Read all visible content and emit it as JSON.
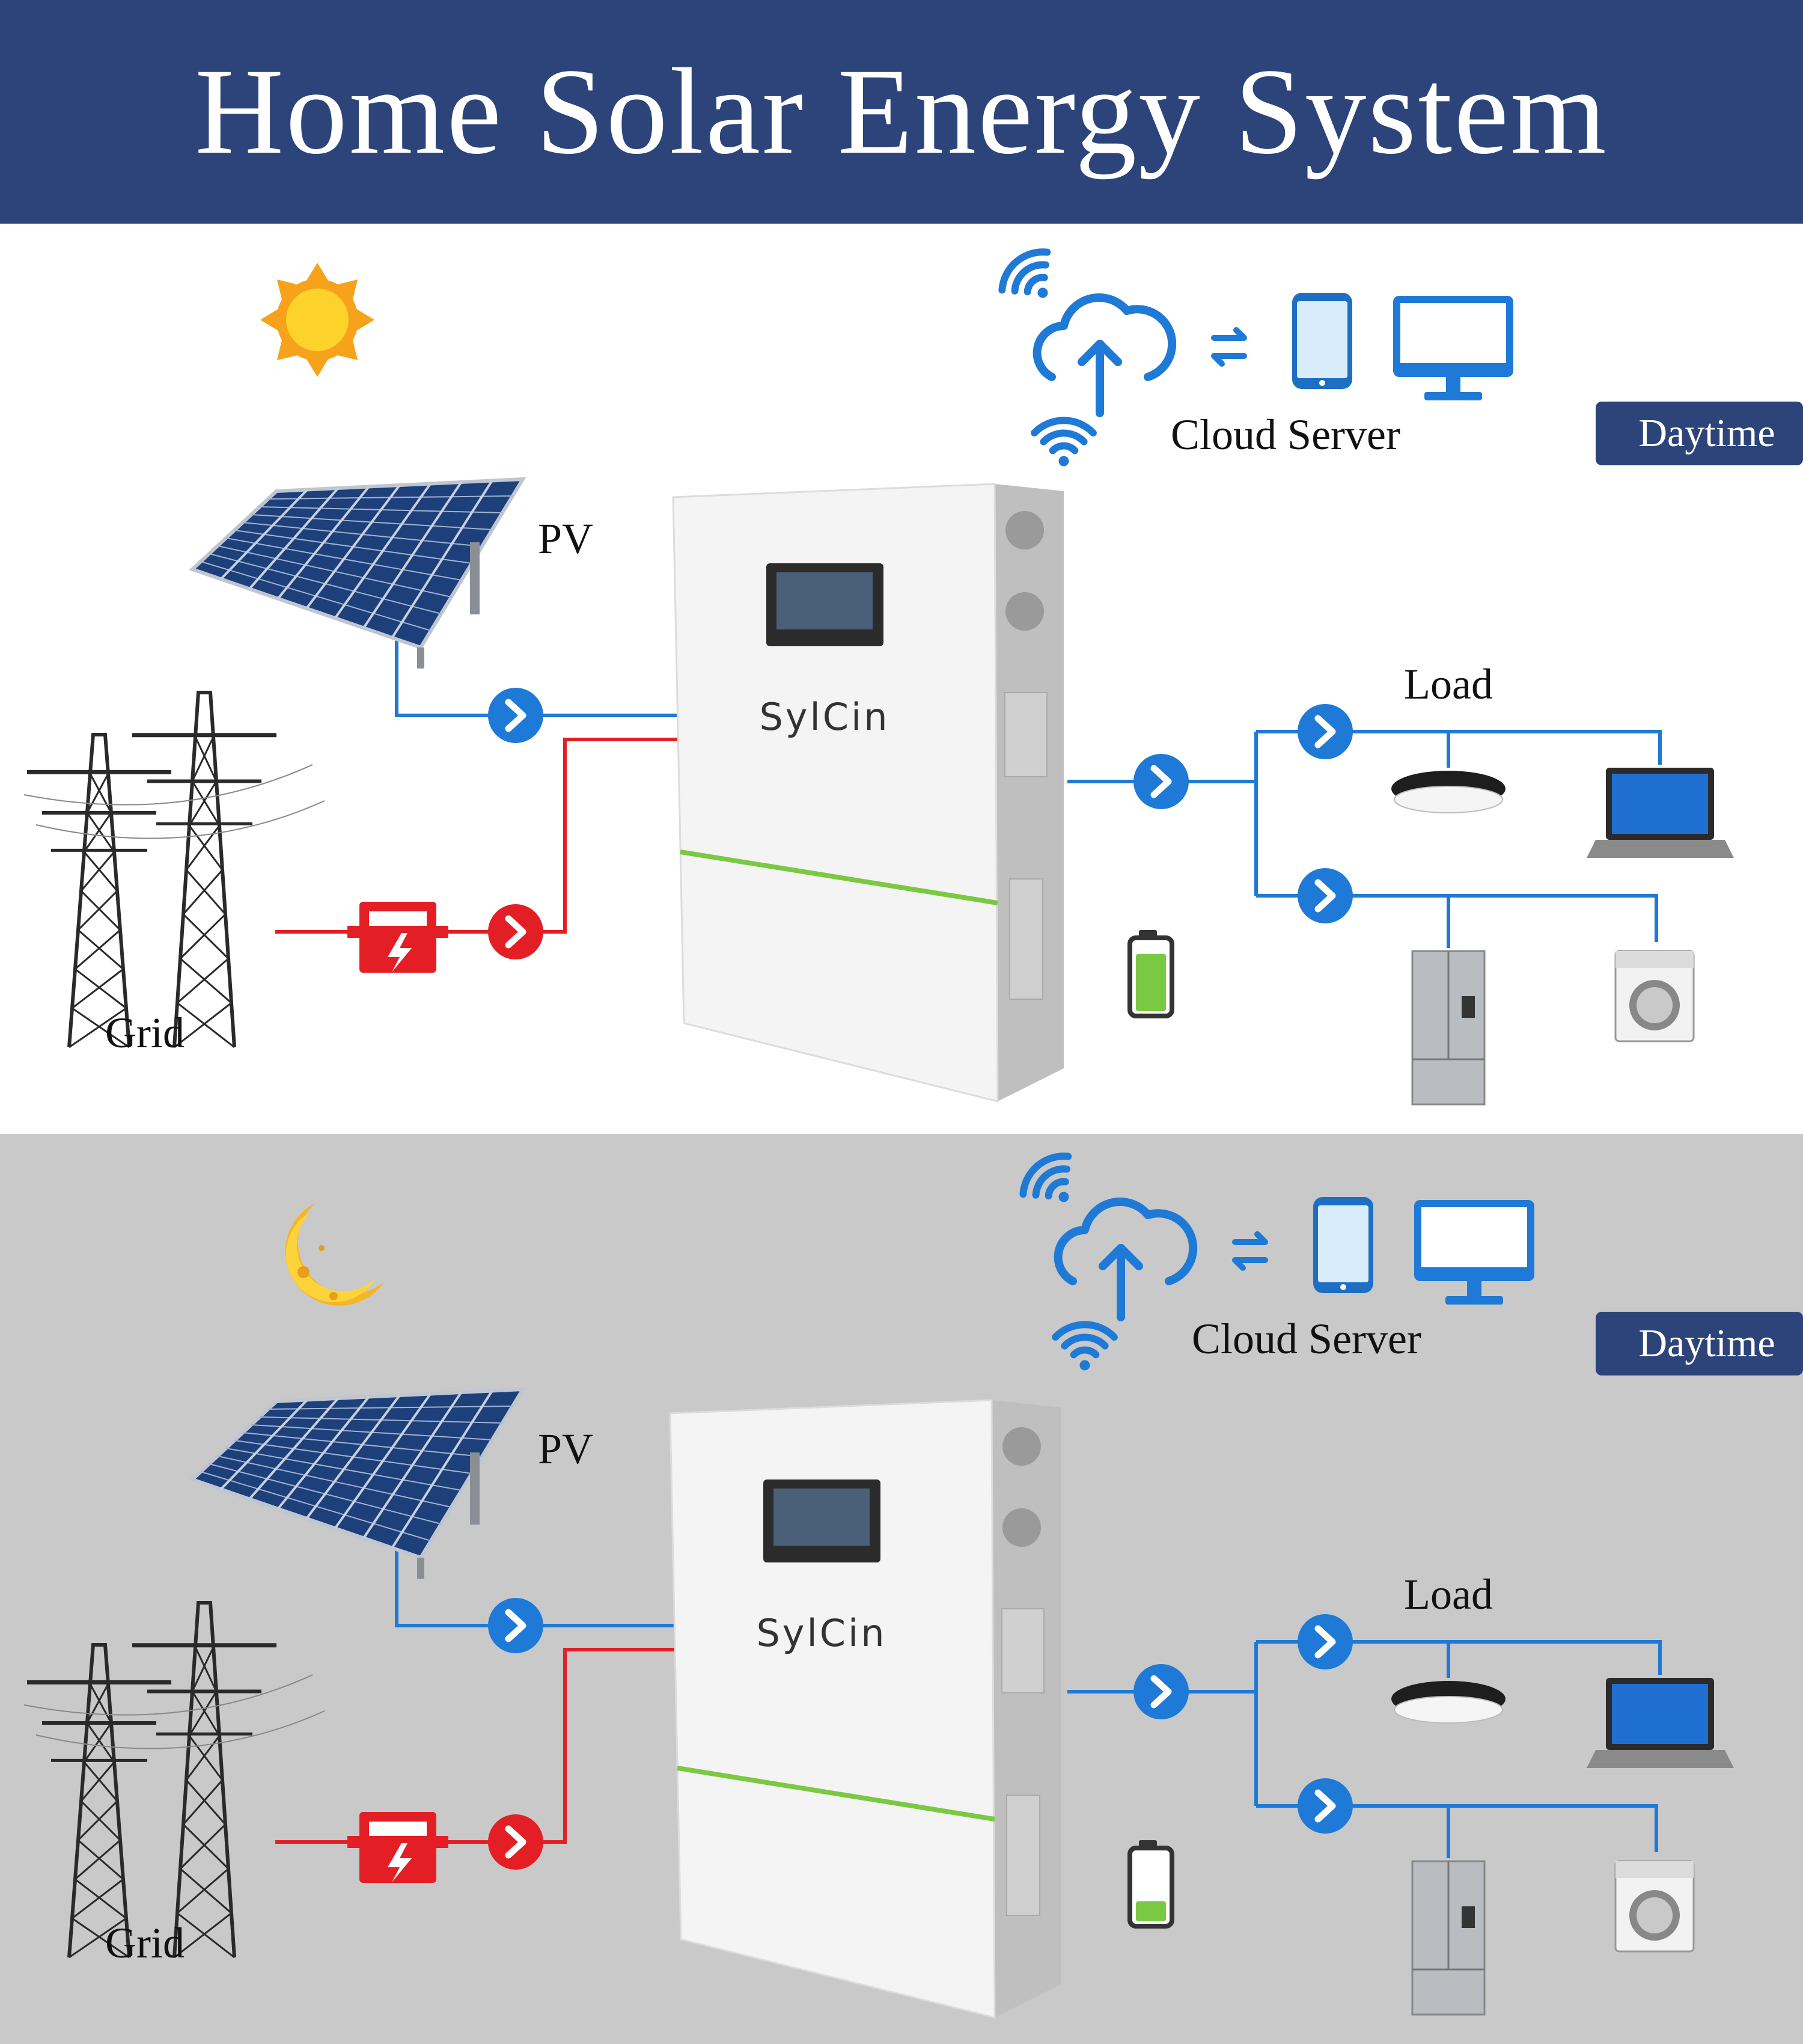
{
  "title": "Home Solar Energy System",
  "colors": {
    "title_bg": "#2c4479",
    "badge_bg": "#2c4479",
    "dc_line": "#1e7ad6",
    "grid_line": "#e41e25",
    "accent_green": "#7ac943"
  },
  "panels": [
    {
      "badge": "Daytime",
      "sky_icon": "sun-icon",
      "pv_label": "PV",
      "grid_label": "Grid",
      "cloud_label": "Cloud Server",
      "load_label": "Load",
      "brand": "SylCin",
      "battery_level": 0.85
    },
    {
      "badge": "Daytime",
      "sky_icon": "moon-icon",
      "pv_label": "PV",
      "grid_label": "Grid",
      "cloud_label": "Cloud Server",
      "load_label": "Load",
      "brand": "SylCin",
      "battery_level": 0.3
    }
  ],
  "icons": [
    "wifi-icon",
    "cloud-upload-icon",
    "sync-arrows-icon",
    "phone-icon",
    "monitor-icon",
    "solar-panel-icon",
    "pylon-icon",
    "meter-icon",
    "flow-arrow-icon",
    "inverter-icon",
    "battery-icon",
    "ceiling-lamp-icon",
    "laptop-icon",
    "fridge-icon",
    "washing-machine-icon"
  ]
}
